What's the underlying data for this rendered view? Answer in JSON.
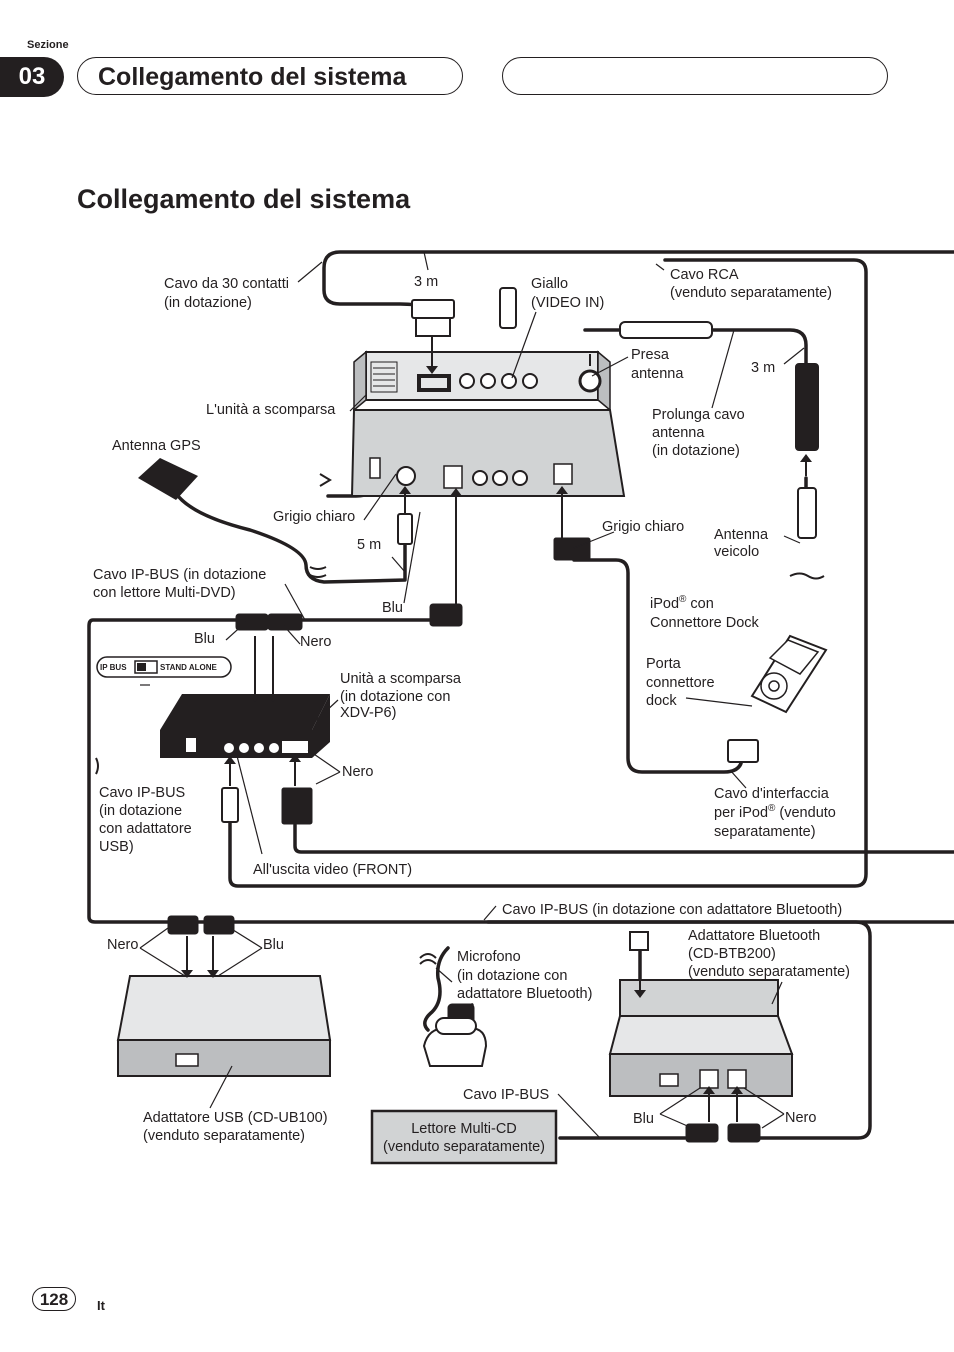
{
  "header": {
    "section_label": "Sezione",
    "section_number": "03",
    "section_title": "Collegamento del sistema"
  },
  "title": "Collegamento del sistema",
  "diagram": {
    "labels": {
      "cavo30": [
        "Cavo da 30 contatti",
        "(in dotazione)"
      ],
      "len3m_top": "3 m",
      "giallo": [
        "Giallo",
        "(VIDEO IN)"
      ],
      "cavo_rca": [
        "Cavo RCA",
        "(venduto separatamente)"
      ],
      "presa_antenna": [
        "Presa",
        "antenna"
      ],
      "len3m_right": "3 m",
      "unita_scomparsa": "L'unità a scomparsa",
      "prolunga": [
        "Prolunga cavo",
        "antenna",
        "(in dotazione)"
      ],
      "antenna_gps": "Antenna GPS",
      "grigio_chiaro_left": "Grigio chiaro",
      "grigio_chiaro_right": "Grigio chiaro",
      "antenna_veicolo": [
        "Antenna",
        "veicolo"
      ],
      "len5m": "5 m",
      "cavo_ipbus_dvd": [
        "Cavo IP-BUS (in dotazione",
        "con lettore Multi-DVD)"
      ],
      "blu_top": "Blu",
      "ipod_line1_a": "iPod",
      "ipod_sup": "®",
      "ipod_line1_b": " con",
      "ipod_line2": "Connettore Dock",
      "blu_mid": "Blu",
      "nero_mid": "Nero",
      "switch_ipbus": "IP BUS",
      "switch_standalone": "STAND ALONE",
      "unita_xdv": [
        "Unità a scomparsa",
        "(in dotazione con",
        "XDV-P6)"
      ],
      "porta_dock": [
        "Porta",
        "connettore",
        "dock"
      ],
      "nero_xdv": "Nero",
      "cavo_ipbus_usb": [
        "Cavo IP-BUS",
        "(in dotazione",
        "con adattatore",
        "USB)"
      ],
      "cavo_interfaccia_1": "Cavo d'interfaccia",
      "cavo_interfaccia_2a": "per iPod",
      "cavo_interfaccia_sup": "®",
      "cavo_interfaccia_2b": " (venduto",
      "cavo_interfaccia_3": "separatamente)",
      "uscita_video": "All'uscita video (FRONT)",
      "cavo_ipbus_bt": "Cavo IP-BUS (in dotazione con adattatore Bluetooth)",
      "nero_usb": "Nero",
      "blu_usb": "Blu",
      "microfono": [
        "Microfono",
        "(in dotazione con",
        "adattatore Bluetooth)"
      ],
      "adattatore_bt": [
        "Adattatore Bluetooth",
        "(CD-BTB200)",
        "(venduto separatamente)"
      ],
      "cavo_ipbus": "Cavo IP-BUS",
      "adattatore_usb": [
        "Adattatore USB (CD-UB100)",
        "(venduto separatamente)"
      ],
      "lettore_cd": [
        "Lettore Multi-CD",
        "(venduto separatamente)"
      ],
      "blu_bt": "Blu",
      "nero_bt": "Nero"
    }
  },
  "footer": {
    "page_number": "128",
    "language": "It"
  }
}
